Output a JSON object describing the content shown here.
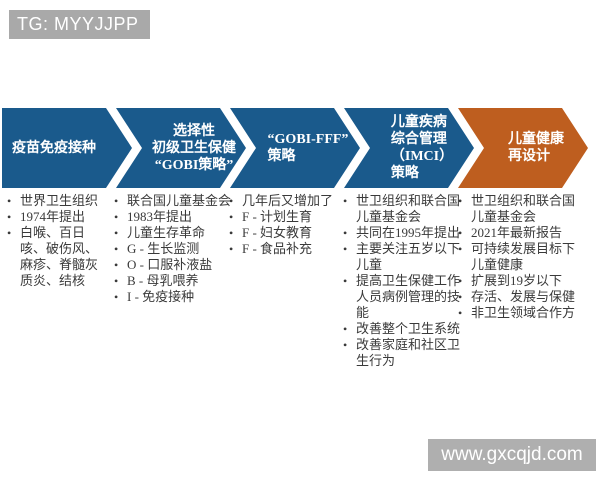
{
  "tag": {
    "label": "TG: MYYJJPP",
    "bg": "#A9A9A9",
    "text_color": "#FFFFFF"
  },
  "watermark": {
    "label": "www.gxcqjd.com",
    "bg": "#AFAFAF",
    "text_color": "#FFFFFF"
  },
  "diagram": {
    "type": "process-chevron-flow",
    "colors": {
      "stage_blue": "#1A5A8C",
      "stage_orange": "#BE5E1F",
      "body_text": "#3A3A3A",
      "stage_title_text": "#FFFFFF"
    },
    "stages": [
      {
        "title": "疫苗免疫接种",
        "color": "#1A5A8C",
        "bullets": [
          "世界卫生组织",
          "1974年提出",
          "白喉、百日咳、破伤风、麻疹、脊髓灰质炎、结核"
        ]
      },
      {
        "title": "选择性\n初级卫生保健\n“GOBI策略”",
        "color": "#1A5A8C",
        "bullets": [
          "联合国儿童基金会",
          "1983年提出",
          "儿童生存革命",
          "G - 生长监测",
          "O - 口服补液盐",
          "B - 母乳喂养",
          "I - 免疫接种"
        ]
      },
      {
        "title": "“GOBI-FFF”\n策略",
        "color": "#1A5A8C",
        "bullets": [
          "几年后又增加了",
          "F - 计划生育",
          "F - 妇女教育",
          "F - 食品补充"
        ]
      },
      {
        "title": "儿童疾病\n综合管理\n（IMCI）\n策略",
        "color": "#1A5A8C",
        "bullets": [
          "世卫组织和联合国儿童基金会",
          "共同在1995年提出",
          "主要关注五岁以下儿童",
          "提高卫生保健工作人员病例管理的技能",
          "改善整个卫生系统",
          "改善家庭和社区卫生行为"
        ]
      },
      {
        "title": "儿童健康\n再设计",
        "color": "#BE5E1F",
        "bullets": [
          "世卫组织和联合国儿童基金会",
          "2021年最新报告",
          "可持续发展目标下儿童健康",
          "扩展到19岁以下",
          "存活、发展与保健",
          "非卫生领域合作方"
        ]
      }
    ]
  }
}
